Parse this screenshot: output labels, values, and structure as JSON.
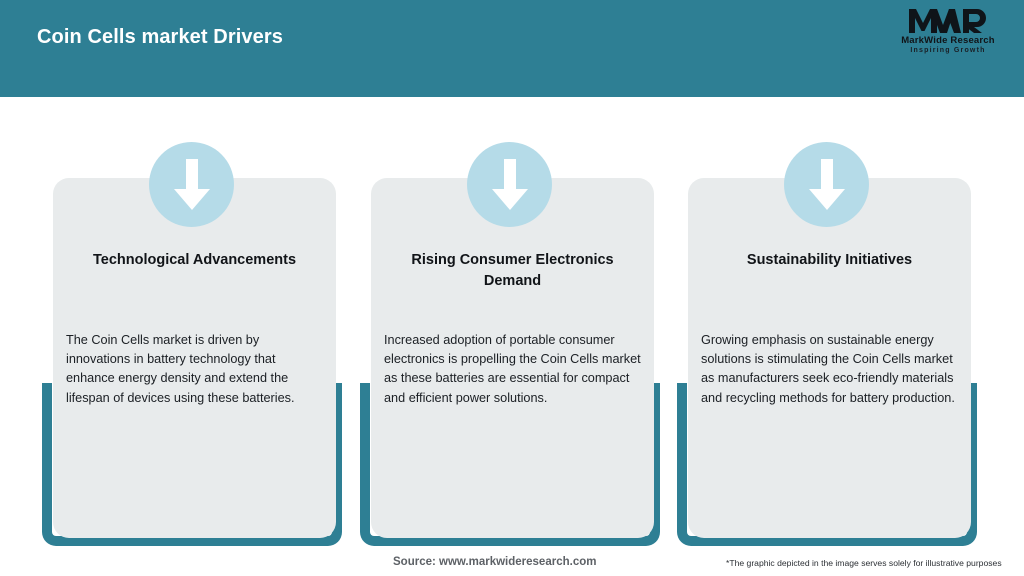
{
  "header": {
    "title": "Coin Cells market Drivers",
    "bg_color": "#2e7f94",
    "title_color": "#ffffff"
  },
  "logo": {
    "mark": "MWR",
    "name": "MarkWide Research",
    "tagline": "Inspiring Growth"
  },
  "cards": [
    {
      "icon": "down-arrow-icon",
      "title": "Technological Advancements",
      "body": "The Coin Cells market is driven by innovations in battery technology that enhance energy density and extend the lifespan of devices using these batteries."
    },
    {
      "icon": "down-arrow-icon",
      "title": "Rising Consumer Electronics Demand",
      "body": "Increased adoption of portable consumer electronics is propelling the Coin Cells market as these batteries are essential for compact and efficient power solutions."
    },
    {
      "icon": "down-arrow-icon",
      "title": "Sustainability Initiatives",
      "body": "Growing emphasis on sustainable energy solutions is stimulating the Coin Cells market as manufacturers seek eco-friendly materials and recycling methods for battery production."
    }
  ],
  "footer": {
    "source": "Source: www.markwideresearch.com",
    "disclaimer": "*The graphic depicted in the image serves solely for illustrative purposes"
  },
  "colors": {
    "accent_teal": "#2e7f94",
    "card_gray": "#e8ebec",
    "badge_blue": "#b5dbe8"
  }
}
